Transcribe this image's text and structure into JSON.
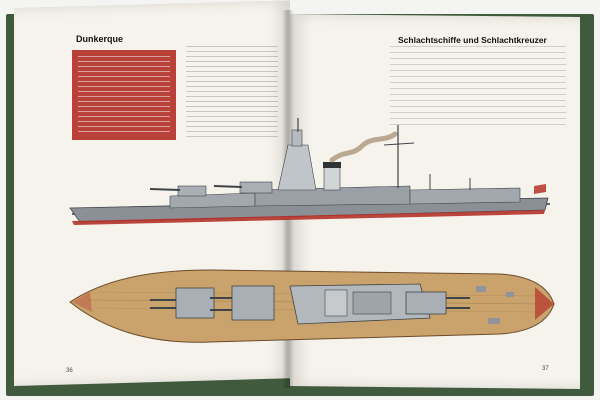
{
  "left_page": {
    "title": "Dunkerque",
    "page_number": "36"
  },
  "right_page": {
    "title": "Schlachtschiffe und Schlachtkreuzer",
    "page_number": "37"
  },
  "colors": {
    "cover": "#3f5a3c",
    "paper": "#f6f3ec",
    "hull_grey": "#8a9096",
    "deck_wood": "#c9a36b",
    "hull_red": "#b4322a"
  },
  "icons": [
    "ship-profile-illustration",
    "ship-top-view-illustration"
  ]
}
